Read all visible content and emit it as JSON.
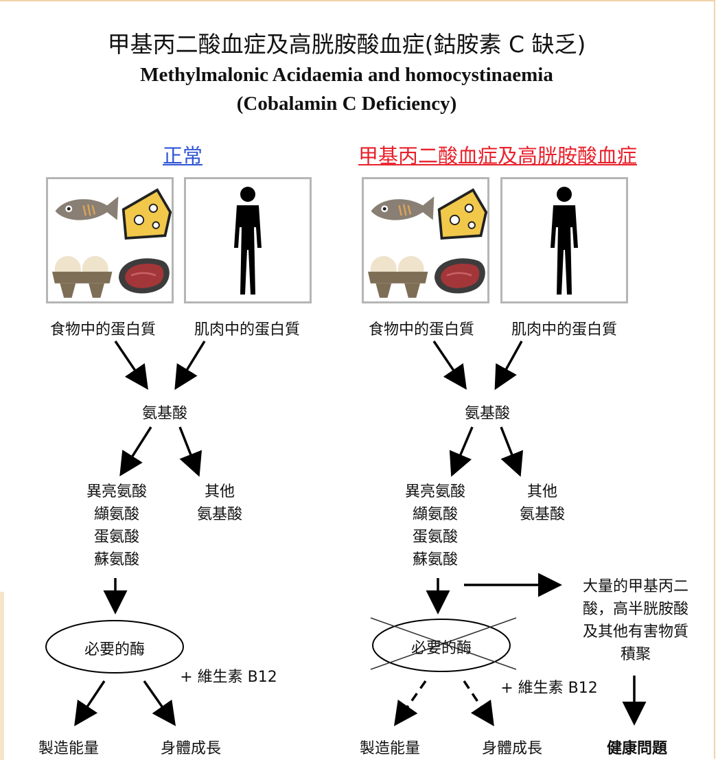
{
  "title": {
    "zh": "甲基丙二酸血症及高胱胺酸血症(鈷胺素 C 缺乏)",
    "en_line1": "Methylmalonic Acidaemia and homocystinaemia",
    "en_line2": "(Cobalamin C Deficiency)"
  },
  "columns": {
    "normal": {
      "heading": "正常",
      "food_protein": "食物中的蛋白質",
      "muscle_protein": "肌肉中的蛋白質",
      "amino_acids": "氨基酸",
      "specific_amino_acids": [
        "異亮氨酸",
        "纈氨酸",
        "蛋氨酸",
        "蘇氨酸"
      ],
      "other_amino_acids": [
        "其他",
        "氨基酸"
      ],
      "enzyme": "必要的酶",
      "vitamin": "+ 維生素 B12",
      "energy": "製造能量",
      "growth": "身體成長"
    },
    "disease": {
      "heading": "甲基丙二酸血症及高胱胺酸血症",
      "food_protein": "食物中的蛋白質",
      "muscle_protein": "肌肉中的蛋白質",
      "amino_acids": "氨基酸",
      "specific_amino_acids": [
        "異亮氨酸",
        "纈氨酸",
        "蛋氨酸",
        "蘇氨酸"
      ],
      "other_amino_acids": [
        "其他",
        "氨基酸"
      ],
      "enzyme": "必要的酶",
      "vitamin": "+ 維生素 B12",
      "energy": "製造能量",
      "growth": "身體成長",
      "accumulation": [
        "大量的甲基丙二",
        "酸，高半胱胺酸",
        "及其他有害物質",
        "積聚"
      ],
      "health_problems": "健康問題"
    }
  },
  "icons": [
    "fish-icon",
    "cheese-icon",
    "eggs-icon",
    "steak-icon",
    "human-silhouette-icon"
  ],
  "colors": {
    "normal_heading": "#2f55d4",
    "disease_heading": "#e8202a",
    "panel_border": "#b5b5b5"
  }
}
